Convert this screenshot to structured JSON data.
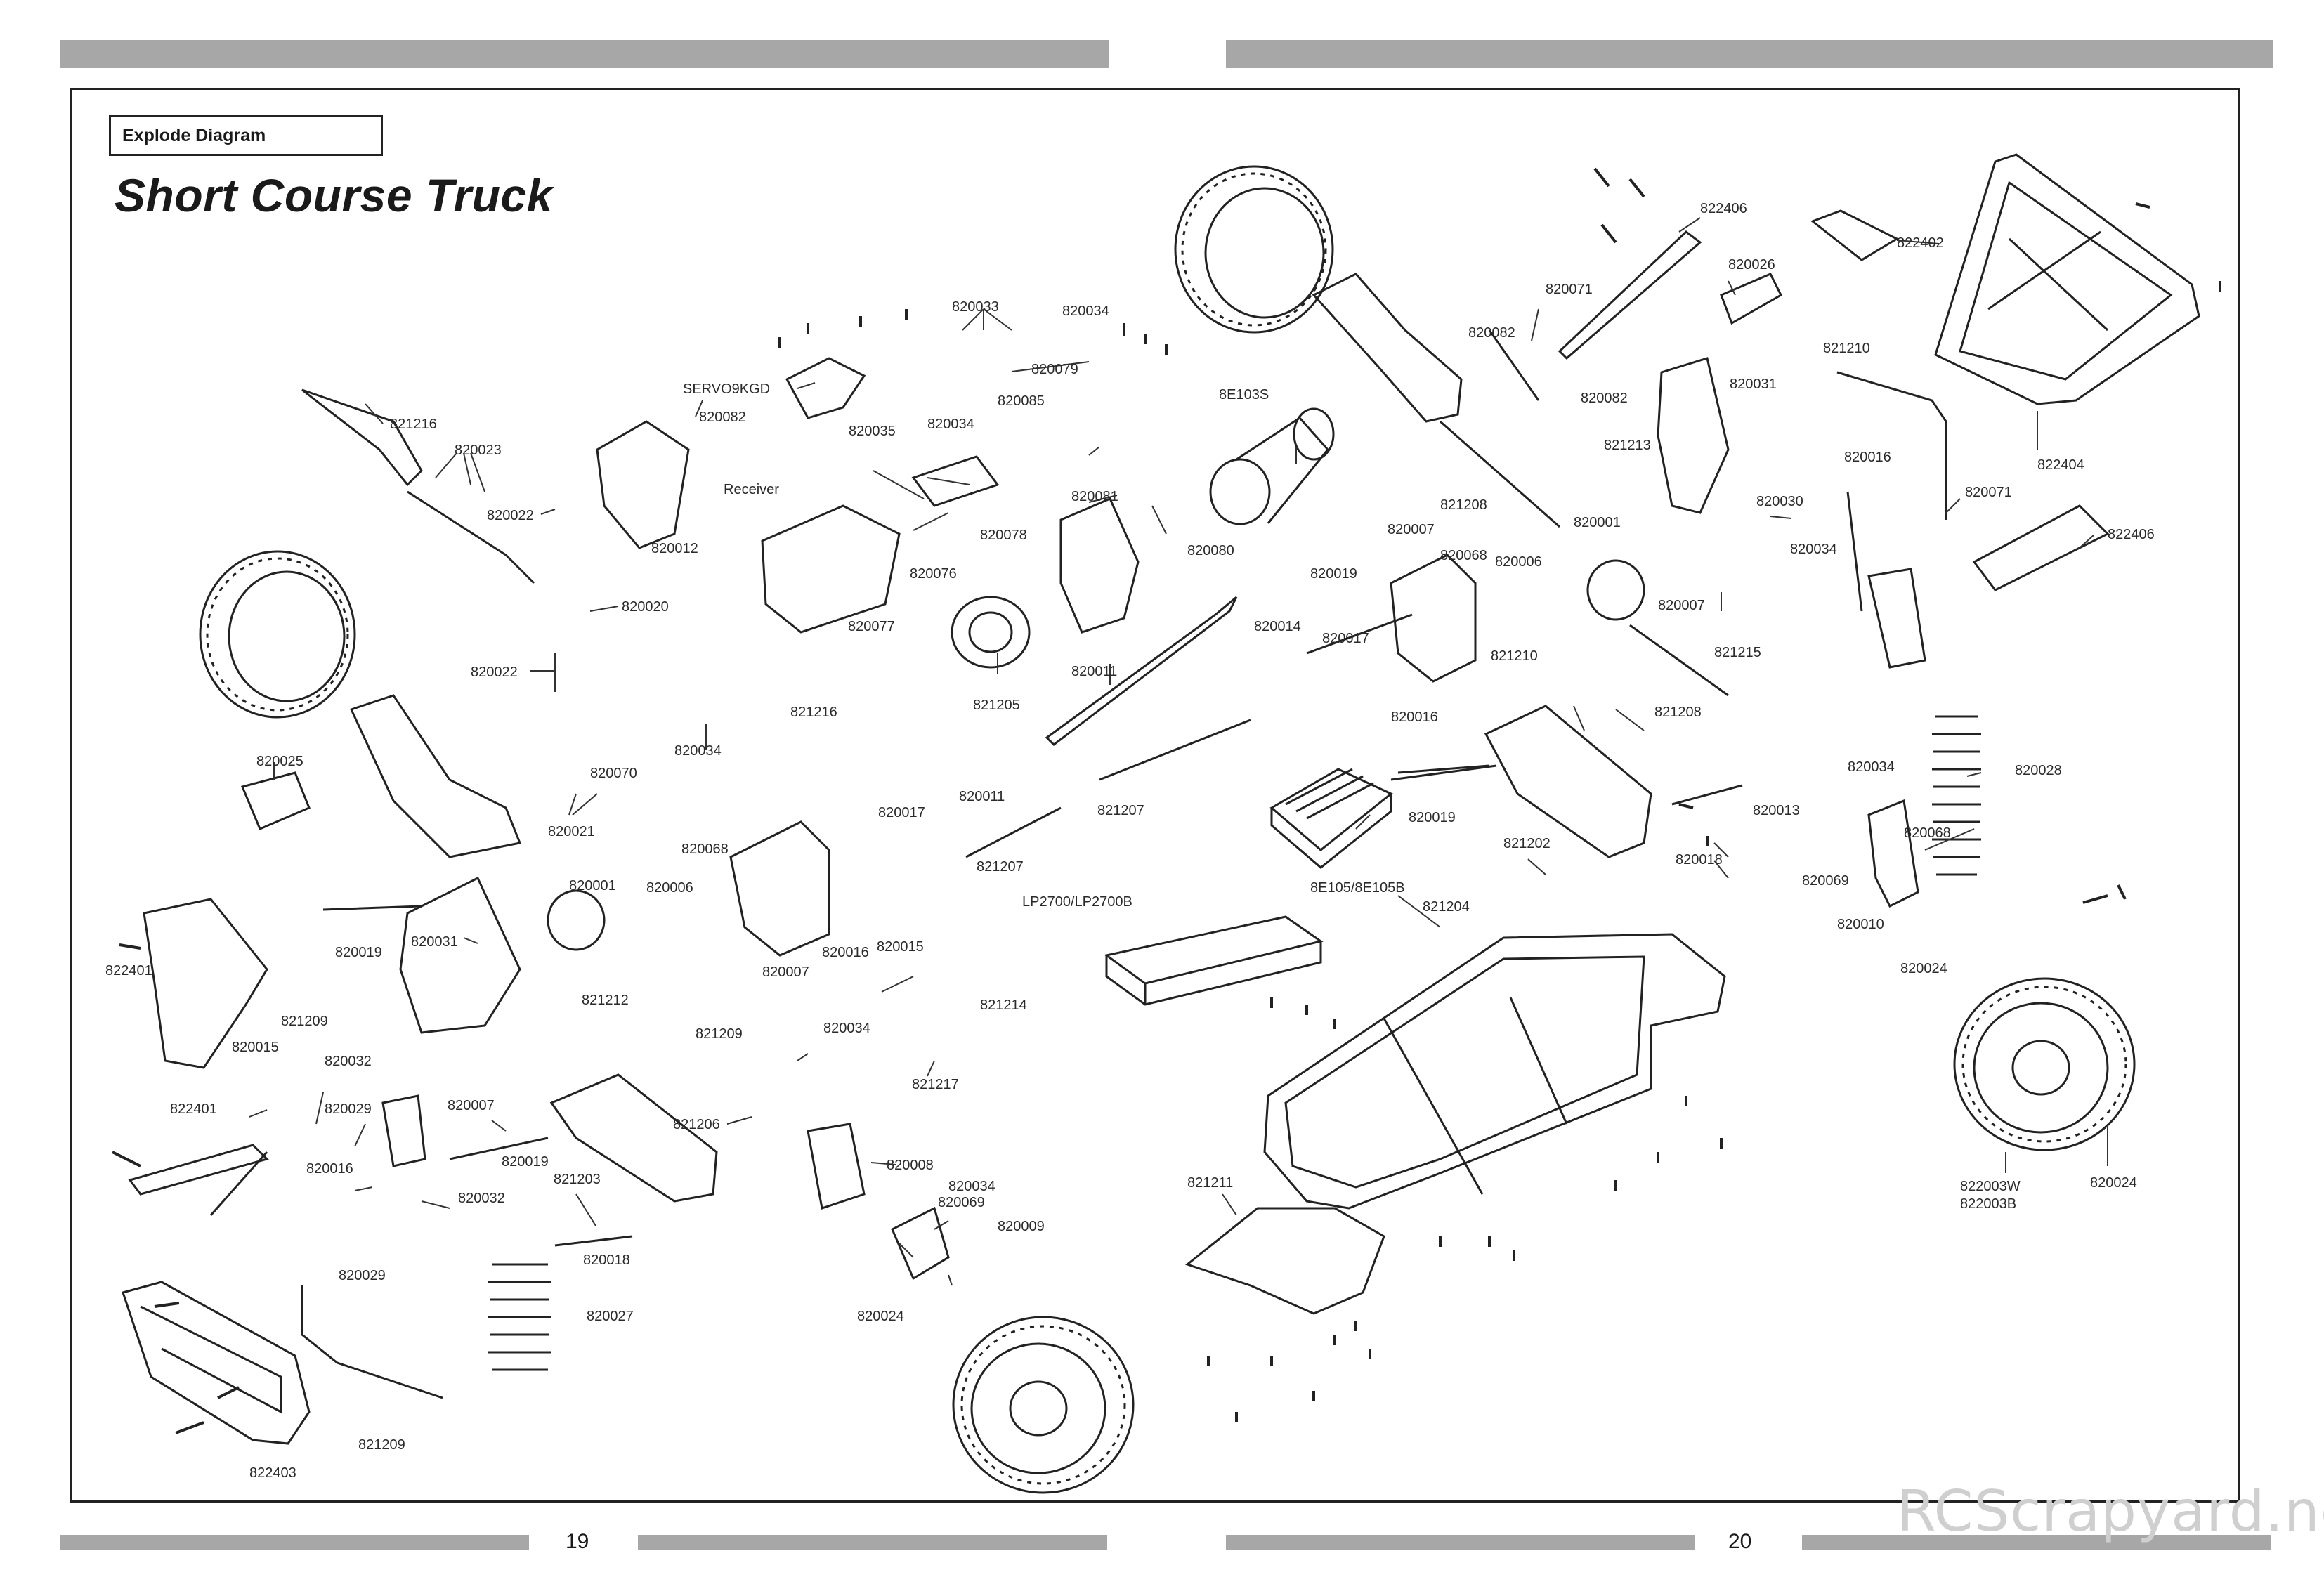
{
  "header": {
    "section_label": "Explode Diagram",
    "title": "Short Course Truck"
  },
  "footer": {
    "page_left": "19",
    "page_right": "20",
    "watermark": "RCScrapyard.net"
  },
  "parts": [
    {
      "id": "p-821216a",
      "label": "821216"
    },
    {
      "id": "p-820023",
      "label": "820023"
    },
    {
      "id": "p-820022a",
      "label": "820022"
    },
    {
      "id": "p-820022b",
      "label": "820022"
    },
    {
      "id": "p-820020",
      "label": "820020"
    },
    {
      "id": "p-820021",
      "label": "820021"
    },
    {
      "id": "p-820070",
      "label": "820070"
    },
    {
      "id": "p-820034a",
      "label": "820034"
    },
    {
      "id": "p-821216b",
      "label": "821216"
    },
    {
      "id": "p-820025",
      "label": "820025"
    },
    {
      "id": "p-820019a",
      "label": "820019"
    },
    {
      "id": "p-820031a",
      "label": "820031"
    },
    {
      "id": "p-821212",
      "label": "821212"
    },
    {
      "id": "p-820001a",
      "label": "820001"
    },
    {
      "id": "p-820006a",
      "label": "820006"
    },
    {
      "id": "p-820068a",
      "label": "820068"
    },
    {
      "id": "p-820007a",
      "label": "820007"
    },
    {
      "id": "p-820007b",
      "label": "820007"
    },
    {
      "id": "p-822401a",
      "label": "822401"
    },
    {
      "id": "p-821209a",
      "label": "821209"
    },
    {
      "id": "p-820015a",
      "label": "820015"
    },
    {
      "id": "p-820032a",
      "label": "820032"
    },
    {
      "id": "p-820029a",
      "label": "820029"
    },
    {
      "id": "p-822401b",
      "label": "822401"
    },
    {
      "id": "p-820016a",
      "label": "820016"
    },
    {
      "id": "p-820019b",
      "label": "820019"
    },
    {
      "id": "p-821203",
      "label": "821203"
    },
    {
      "id": "p-820032b",
      "label": "820032"
    },
    {
      "id": "p-820018a",
      "label": "820018"
    },
    {
      "id": "p-820029b",
      "label": "820029"
    },
    {
      "id": "p-820027",
      "label": "820027"
    },
    {
      "id": "p-822403",
      "label": "822403"
    },
    {
      "id": "p-821209b",
      "label": "821209"
    },
    {
      "id": "p-820033",
      "label": "820033"
    },
    {
      "id": "p-820034b",
      "label": "820034"
    },
    {
      "id": "p-servo",
      "label": "SERVO9KGD"
    },
    {
      "id": "p-820082a",
      "label": "820082"
    },
    {
      "id": "p-820012",
      "label": "820012"
    },
    {
      "id": "p-820079",
      "label": "820079"
    },
    {
      "id": "p-820085",
      "label": "820085"
    },
    {
      "id": "p-820035",
      "label": "820035"
    },
    {
      "id": "p-820034c",
      "label": "820034"
    },
    {
      "id": "p-receiver",
      "label": "Receiver"
    },
    {
      "id": "p-820076",
      "label": "820076"
    },
    {
      "id": "p-820078",
      "label": "820078"
    },
    {
      "id": "p-820081",
      "label": "820081"
    },
    {
      "id": "p-8e103s",
      "label": "8E103S"
    },
    {
      "id": "p-820080",
      "label": "820080"
    },
    {
      "id": "p-820077",
      "label": "820077"
    },
    {
      "id": "p-821205",
      "label": "821205"
    },
    {
      "id": "p-820011a",
      "label": "820011"
    },
    {
      "id": "p-820017a",
      "label": "820017"
    },
    {
      "id": "p-820011b",
      "label": "820011"
    },
    {
      "id": "p-821207a",
      "label": "821207"
    },
    {
      "id": "p-821207b",
      "label": "821207"
    },
    {
      "id": "p-820016b",
      "label": "820016"
    },
    {
      "id": "p-820015b",
      "label": "820015"
    },
    {
      "id": "p-lp2700",
      "label": "LP2700/LP2700B"
    },
    {
      "id": "p-821214",
      "label": "821214"
    },
    {
      "id": "p-820034d",
      "label": "820034"
    },
    {
      "id": "p-821209c",
      "label": "821209"
    },
    {
      "id": "p-821217",
      "label": "821217"
    },
    {
      "id": "p-821206",
      "label": "821206"
    },
    {
      "id": "p-820008",
      "label": "820008"
    },
    {
      "id": "p-820034e",
      "label": "820034"
    },
    {
      "id": "p-820069a",
      "label": "820069"
    },
    {
      "id": "p-820009",
      "label": "820009"
    },
    {
      "id": "p-820024a",
      "label": "820024"
    },
    {
      "id": "p-820071a",
      "label": "820071"
    },
    {
      "id": "p-822406a",
      "label": "822406"
    },
    {
      "id": "p-820026",
      "label": "820026"
    },
    {
      "id": "p-822402",
      "label": "822402"
    },
    {
      "id": "p-820082b",
      "label": "820082"
    },
    {
      "id": "p-820082c",
      "label": "820082"
    },
    {
      "id": "p-821210a",
      "label": "821210"
    },
    {
      "id": "p-820031b",
      "label": "820031"
    },
    {
      "id": "p-821213",
      "label": "821213"
    },
    {
      "id": "p-821208a",
      "label": "821208"
    },
    {
      "id": "p-820016c",
      "label": "820016"
    },
    {
      "id": "p-822404",
      "label": "822404"
    },
    {
      "id": "p-820030",
      "label": "820030"
    },
    {
      "id": "p-820001b",
      "label": "820001"
    },
    {
      "id": "p-820034f",
      "label": "820034"
    },
    {
      "id": "p-820071b",
      "label": "820071"
    },
    {
      "id": "p-822406b",
      "label": "822406"
    },
    {
      "id": "p-820007c",
      "label": "820007"
    },
    {
      "id": "p-820007d",
      "label": "820007"
    },
    {
      "id": "p-820068b",
      "label": "820068"
    },
    {
      "id": "p-820006b",
      "label": "820006"
    },
    {
      "id": "p-820019c",
      "label": "820019"
    },
    {
      "id": "p-820014",
      "label": "820014"
    },
    {
      "id": "p-820017b",
      "label": "820017"
    },
    {
      "id": "p-821210b",
      "label": "821210"
    },
    {
      "id": "p-821215",
      "label": "821215"
    },
    {
      "id": "p-821208b",
      "label": "821208"
    },
    {
      "id": "p-820016d",
      "label": "820016"
    },
    {
      "id": "p-820034g",
      "label": "820034"
    },
    {
      "id": "p-820028",
      "label": "820028"
    },
    {
      "id": "p-820019d",
      "label": "820019"
    },
    {
      "id": "p-8e105",
      "label": "8E105/8E105B"
    },
    {
      "id": "p-821202",
      "label": "821202"
    },
    {
      "id": "p-820018b",
      "label": "820018"
    },
    {
      "id": "p-820013",
      "label": "820013"
    },
    {
      "id": "p-820069b",
      "label": "820069"
    },
    {
      "id": "p-820068c",
      "label": "820068"
    },
    {
      "id": "p-820010",
      "label": "820010"
    },
    {
      "id": "p-820024b",
      "label": "820024"
    },
    {
      "id": "p-821204",
      "label": "821204"
    },
    {
      "id": "p-821211",
      "label": "821211"
    },
    {
      "id": "p-822003w",
      "label": "822003W"
    },
    {
      "id": "p-822003b",
      "label": "822003B"
    },
    {
      "id": "p-820024c",
      "label": "820024"
    }
  ]
}
